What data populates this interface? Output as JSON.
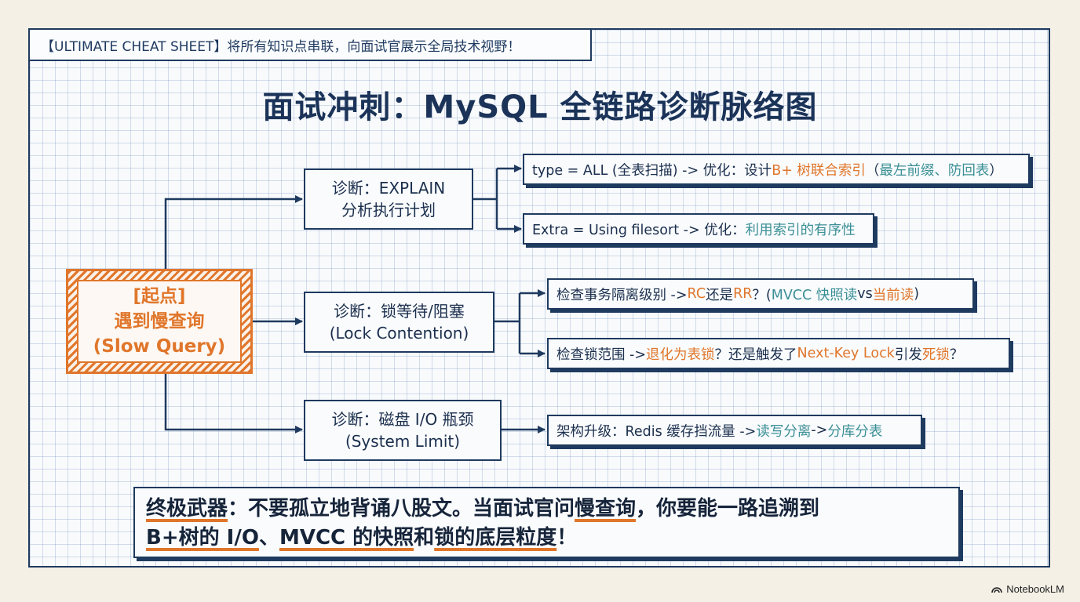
{
  "banner": "【ULTIMATE CHEAT SHEET】将所有知识点串联，向面试官展示全局技术视野！",
  "title": "面试冲刺：MySQL 全链路诊断脉络图",
  "start": {
    "line1": "[起点]",
    "line2": "遇到慢查询",
    "line3": "(Slow Query)"
  },
  "diagnoses": [
    {
      "line1": "诊断：EXPLAIN",
      "line2": "分析执行计划"
    },
    {
      "line1": "诊断：锁等待/阻塞",
      "line2": "(Lock Contention)"
    },
    {
      "line1": "诊断：磁盘 I/O 瓶颈",
      "line2": "(System Limit)"
    }
  ],
  "leaves": {
    "explain_type": {
      "a": "type = ALL (全表扫描) -> 优化：设计 ",
      "b": "B+ 树联合索引",
      "c": "（",
      "d": "最左前缀、防回表",
      "e": "）"
    },
    "explain_extra": {
      "a": "Extra = Using filesort -> 优化：",
      "b": "利用索引的有序性"
    },
    "lock_isolation": {
      "a": "检查事务隔离级别 -> ",
      "b": "RC",
      "c": " 还是 ",
      "d": "RR",
      "e": "？(",
      "f": "MVCC 快照读",
      "g": " vs ",
      "h": "当前读",
      "i": ")"
    },
    "lock_range": {
      "a": "检查锁范围 -> ",
      "b": "退化为表锁",
      "c": "？还是触发了 ",
      "d": "Next-Key Lock",
      "e": " 引发",
      "f": "死锁",
      "g": "？"
    },
    "io_arch": {
      "a": "架构升级：Redis 缓存挡流量 -> ",
      "b": "读写分离",
      "c": " -> ",
      "d": "分库分表"
    }
  },
  "conclusion": {
    "a": "终极武器",
    "b": "：不要孤立地背诵八股文。当面试官问",
    "c": "慢查询",
    "d": "，你要能一路追溯到",
    "e": "B+树的 I/O",
    "f": "、",
    "g": "MVCC 的快照",
    "h": "和",
    "i": "锁的底层粒度",
    "j": "！"
  },
  "watermark": "NotebookLM",
  "colors": {
    "navy": "#1f3a5f",
    "orange": "#e0762b",
    "teal": "#3a8f95"
  }
}
